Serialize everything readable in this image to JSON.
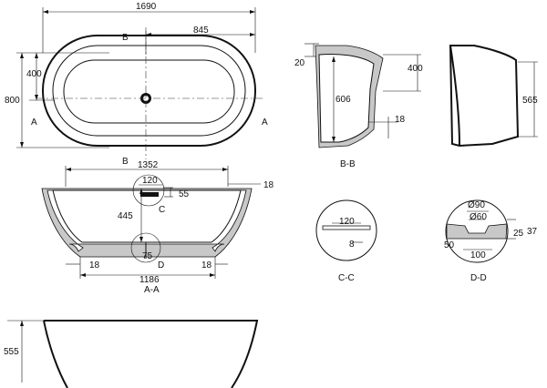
{
  "labels": {
    "top_length": "1690",
    "top_half": "845",
    "top_width": "800",
    "top_half_width": "400",
    "sec_B_top": "B",
    "sec_B_bottom": "B",
    "sec_A_left": "A",
    "sec_A_right": "A",
    "aa_inner": "1352",
    "aa_rim": "18",
    "aa_drain_w": "120",
    "aa_drain_h": "55",
    "aa_depth": "445",
    "aa_base_l": "18",
    "aa_base_r": "18",
    "aa_base_w": "1186",
    "aa_drain_75": "75",
    "aa_callout_c": "C",
    "aa_callout_d": "D",
    "aa_title": "A-A",
    "bb_top": "20",
    "bb_400": "400",
    "bb_606": "606",
    "bb_18": "18",
    "bb_title": "B-B",
    "side_565": "565",
    "cc_120": "120",
    "cc_8": "8",
    "cc_title": "C-C",
    "dd_90": "Ø90",
    "dd_60": "Ø60",
    "dd_37": "37",
    "dd_25": "25",
    "dd_50": "50",
    "dd_100": "100",
    "dd_title": "D-D",
    "front_555": "555"
  }
}
